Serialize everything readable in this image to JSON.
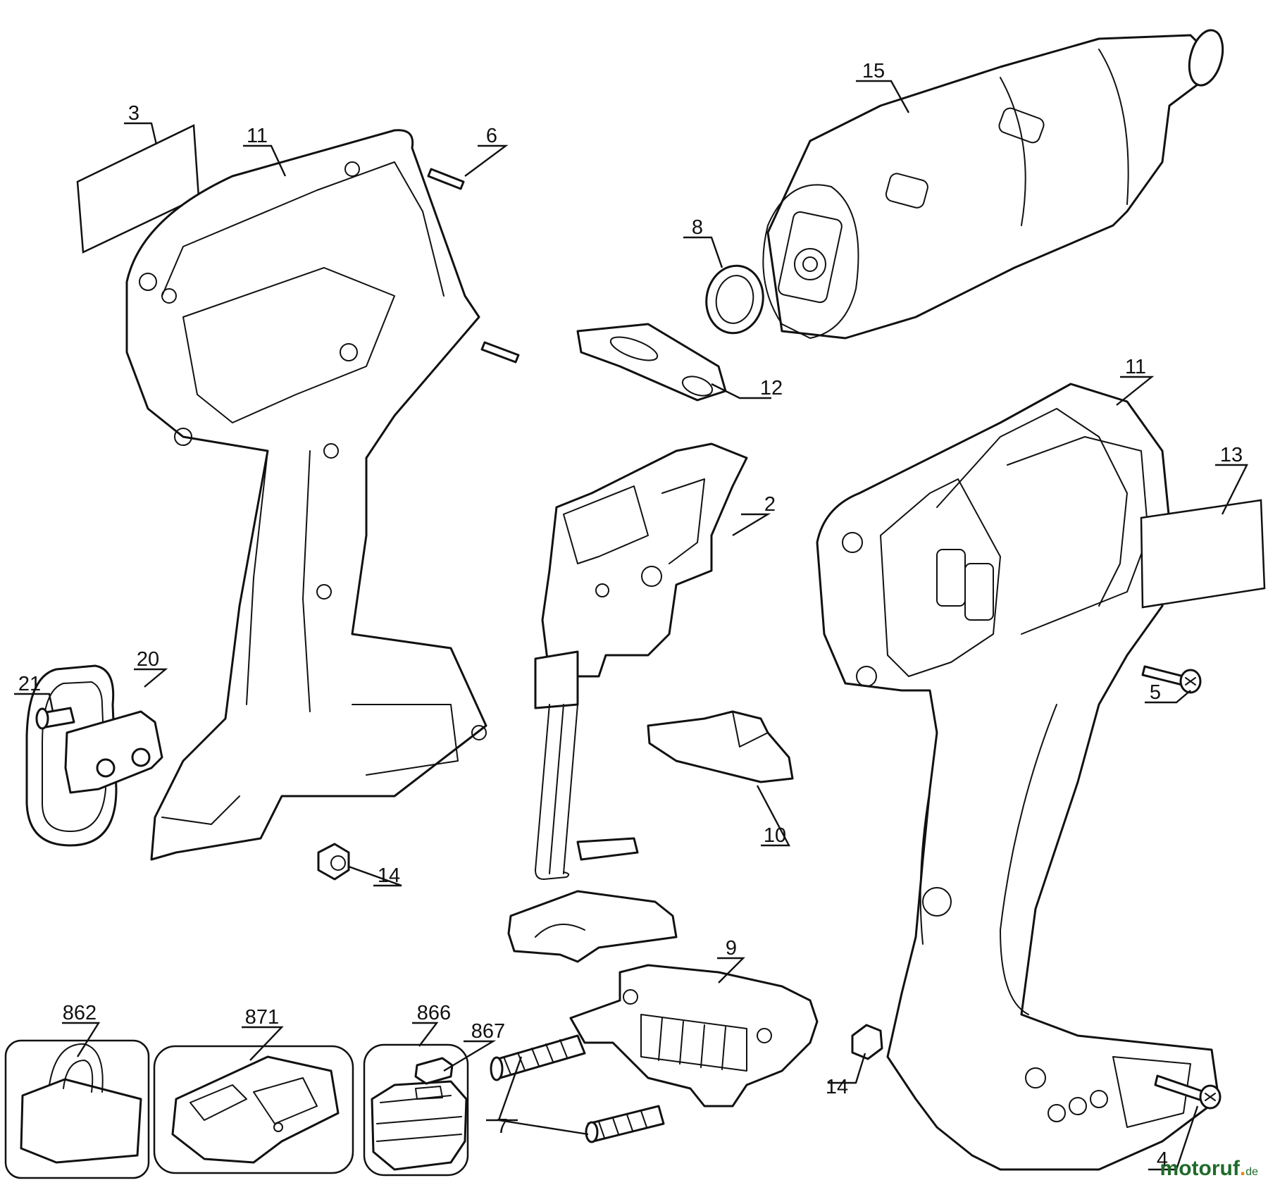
{
  "diagram": {
    "parts": [
      {
        "id": "p3",
        "number": "3"
      },
      {
        "id": "p11a",
        "number": "11"
      },
      {
        "id": "p6",
        "number": "6"
      },
      {
        "id": "p15",
        "number": "15"
      },
      {
        "id": "p8",
        "number": "8"
      },
      {
        "id": "p12",
        "number": "12"
      },
      {
        "id": "p11b",
        "number": "11"
      },
      {
        "id": "p13",
        "number": "13"
      },
      {
        "id": "p2",
        "number": "2"
      },
      {
        "id": "p21",
        "number": "21"
      },
      {
        "id": "p20",
        "number": "20"
      },
      {
        "id": "p5",
        "number": "5"
      },
      {
        "id": "p10",
        "number": "10"
      },
      {
        "id": "p14a",
        "number": "14"
      },
      {
        "id": "p9",
        "number": "9"
      },
      {
        "id": "p862",
        "number": "862"
      },
      {
        "id": "p871",
        "number": "871"
      },
      {
        "id": "p866",
        "number": "866"
      },
      {
        "id": "p867",
        "number": "867"
      },
      {
        "id": "p14b",
        "number": "14"
      },
      {
        "id": "p7",
        "number": "7"
      },
      {
        "id": "p4",
        "number": "4"
      }
    ]
  },
  "watermark": {
    "text_main": "motoruf",
    "text_dot": ".",
    "text_tld": "de"
  }
}
